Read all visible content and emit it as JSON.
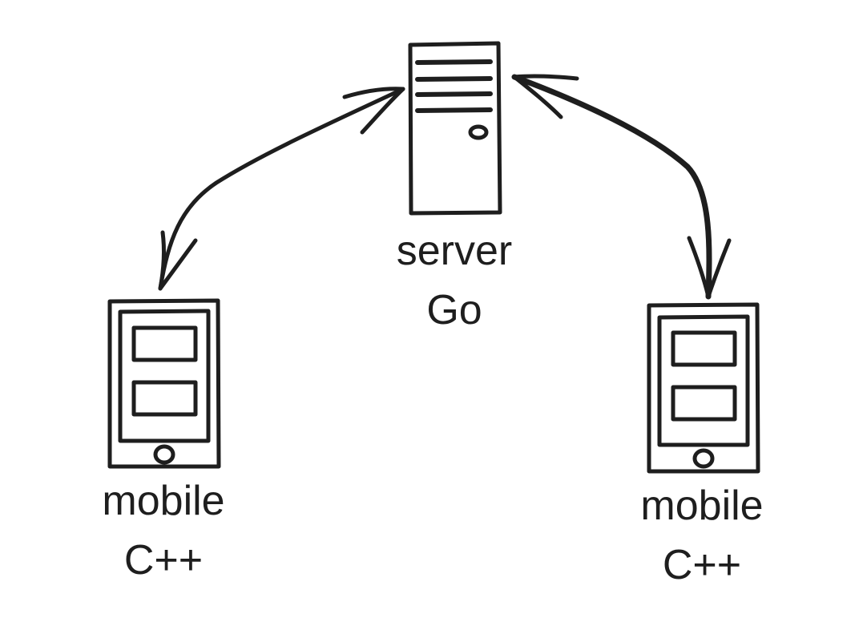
{
  "colors": {
    "ink": "#1e1e1e",
    "background": "#ffffff"
  },
  "nodes": {
    "server": {
      "icon": "server-tower-icon",
      "name": "server",
      "language": "Go"
    },
    "mobile_left": {
      "icon": "mobile-phone-icon",
      "name": "mobile",
      "language": "C++"
    },
    "mobile_right": {
      "icon": "mobile-phone-icon",
      "name": "mobile",
      "language": "C++"
    }
  },
  "connections": [
    {
      "from": "mobile_left",
      "to": "server",
      "direction": "bidirectional"
    },
    {
      "from": "server",
      "to": "mobile_right",
      "direction": "bidirectional"
    }
  ]
}
